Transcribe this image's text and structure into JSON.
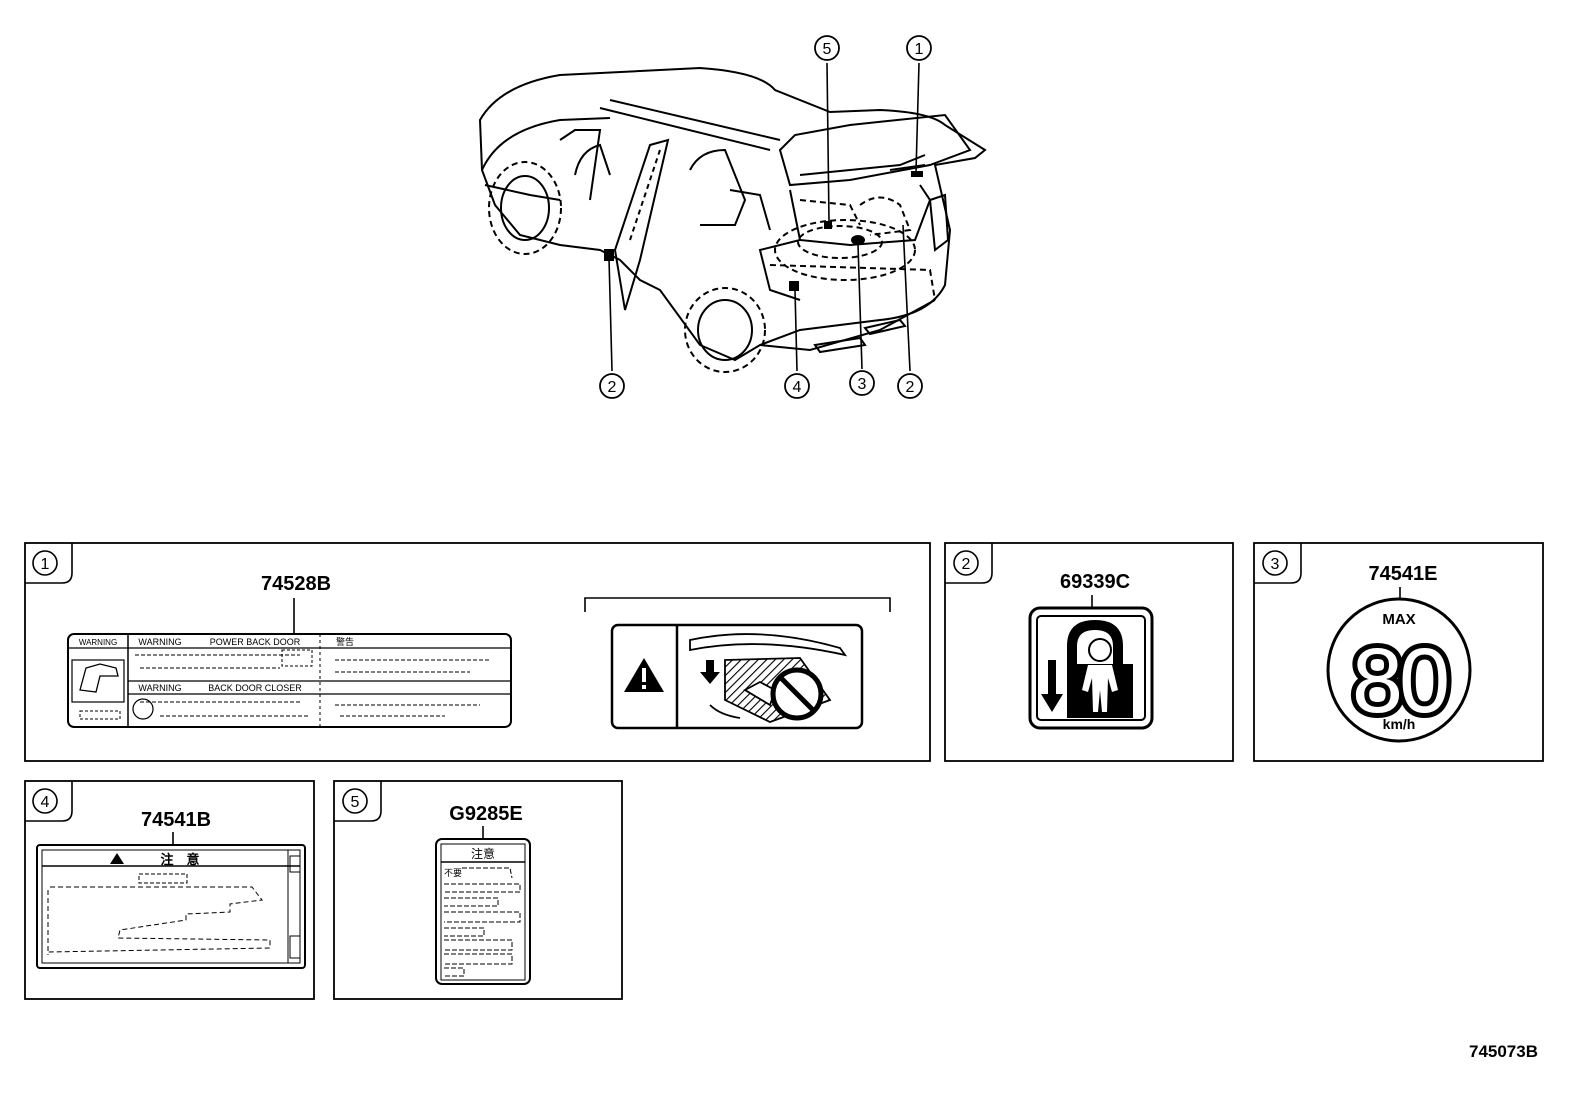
{
  "callouts": {
    "c1": "1",
    "c2": "2",
    "c3": "3",
    "c4": "4",
    "c5": "5"
  },
  "panels": [
    {
      "number": "1",
      "part_codes": [
        "74528B"
      ]
    },
    {
      "number": "2",
      "part_codes": [
        "69339C"
      ]
    },
    {
      "number": "3",
      "part_codes": [
        "74541E"
      ]
    },
    {
      "number": "4",
      "part_codes": [
        "74541B"
      ]
    },
    {
      "number": "5",
      "part_codes": [
        "G9285E"
      ]
    }
  ],
  "label_74528b": {
    "col_headers": [
      "WARNING",
      "POWER BACK DOOR",
      "警告",
      "BACK DOOR CLOSER"
    ],
    "left_header": "WARNING",
    "lower_header": "WARNING"
  },
  "label_74541e": {
    "max": "MAX",
    "speed": "80",
    "unit": "km/h"
  },
  "label_74541b": {
    "title": "注　意"
  },
  "label_g9285e": {
    "title": "注意",
    "first_line": "不要"
  },
  "drawing_number": "745073B",
  "colors": {
    "line": "#000000",
    "background": "#ffffff"
  }
}
